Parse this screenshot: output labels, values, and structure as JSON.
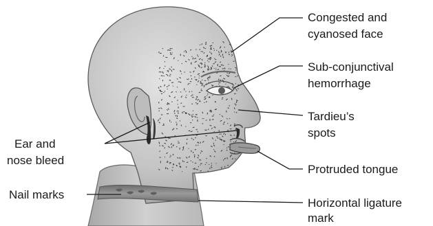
{
  "labels": {
    "congested": {
      "line1": "Congested and",
      "line2": "cyanosed face"
    },
    "subconjunctival": {
      "line1": "Sub-conjunctival",
      "line2": "hemorrhage"
    },
    "tardieu": {
      "line1": "Tardieu’s",
      "line2": "spots"
    },
    "tongue": {
      "line1": "Protruded tongue"
    },
    "ear_nose": {
      "line1": "Ear and",
      "line2": "nose bleed"
    },
    "nail": {
      "line1": "Nail marks"
    },
    "ligature": {
      "line1": "Horizontal ligature",
      "line2": "mark"
    }
  },
  "colors": {
    "skin_light": "#d6d6d6",
    "skin_dark": "#9a9a9a",
    "spots": "#3a3a3a",
    "ligature": "#808080",
    "line": "#1a1a1a",
    "blood": "#2b2b2b"
  }
}
